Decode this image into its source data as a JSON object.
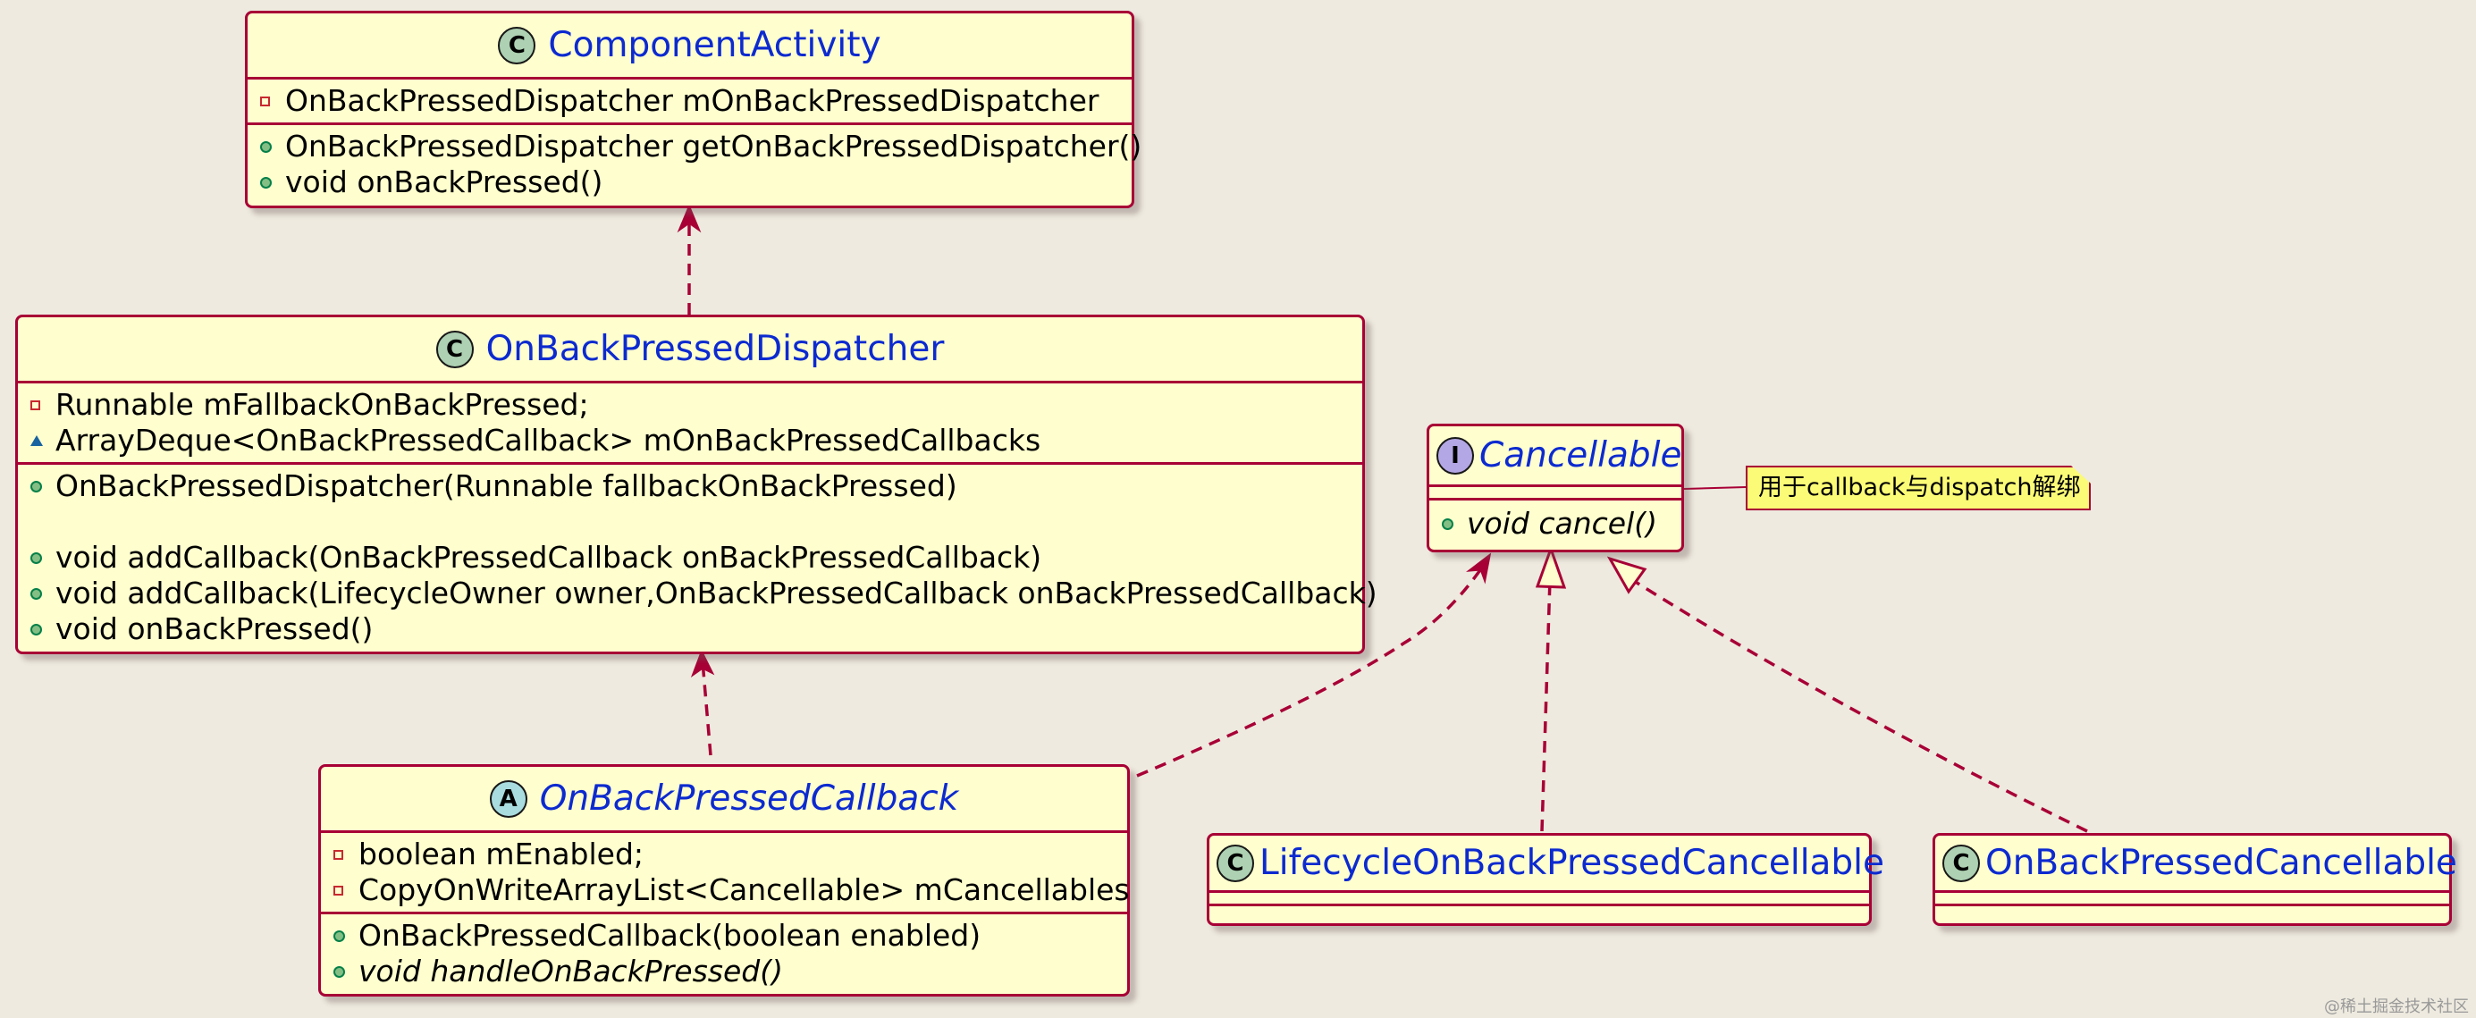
{
  "classes": {
    "component_activity": {
      "name": "ComponentActivity",
      "type_letter": "C",
      "fields": [
        "OnBackPressedDispatcher mOnBackPressedDispatcher"
      ],
      "methods": [
        "OnBackPressedDispatcher getOnBackPressedDispatcher()",
        "void onBackPressed()"
      ]
    },
    "dispatcher": {
      "name": "OnBackPressedDispatcher",
      "type_letter": "C",
      "fields": [
        "Runnable mFallbackOnBackPressed;",
        "ArrayDeque<OnBackPressedCallback> mOnBackPressedCallbacks"
      ],
      "methods": [
        "OnBackPressedDispatcher(Runnable fallbackOnBackPressed)",
        "",
        "void addCallback(OnBackPressedCallback onBackPressedCallback)",
        "void addCallback(LifecycleOwner owner,OnBackPressedCallback onBackPressedCallback)",
        "void onBackPressed()"
      ]
    },
    "callback": {
      "name": "OnBackPressedCallback",
      "type_letter": "A",
      "fields": [
        "boolean mEnabled;",
        "CopyOnWriteArrayList<Cancellable> mCancellables"
      ],
      "methods": [
        "OnBackPressedCallback(boolean enabled)",
        "void handleOnBackPressed()"
      ]
    },
    "cancellable": {
      "name": "Cancellable",
      "type_letter": "I",
      "methods": [
        "void cancel()"
      ]
    },
    "lifecycle_cancellable": {
      "name": "LifecycleOnBackPressedCancellable",
      "type_letter": "C"
    },
    "pressed_cancellable": {
      "name": "OnBackPressedCancellable",
      "type_letter": "C"
    }
  },
  "note": "用于callback与dispatch解绑",
  "watermark": "@稀土掘金技术社区",
  "colors": {
    "border": "#a80036",
    "fill": "#fefece",
    "title": "#0c2ad0",
    "note_fill": "#fbfb77",
    "background": "#eeeadf"
  }
}
